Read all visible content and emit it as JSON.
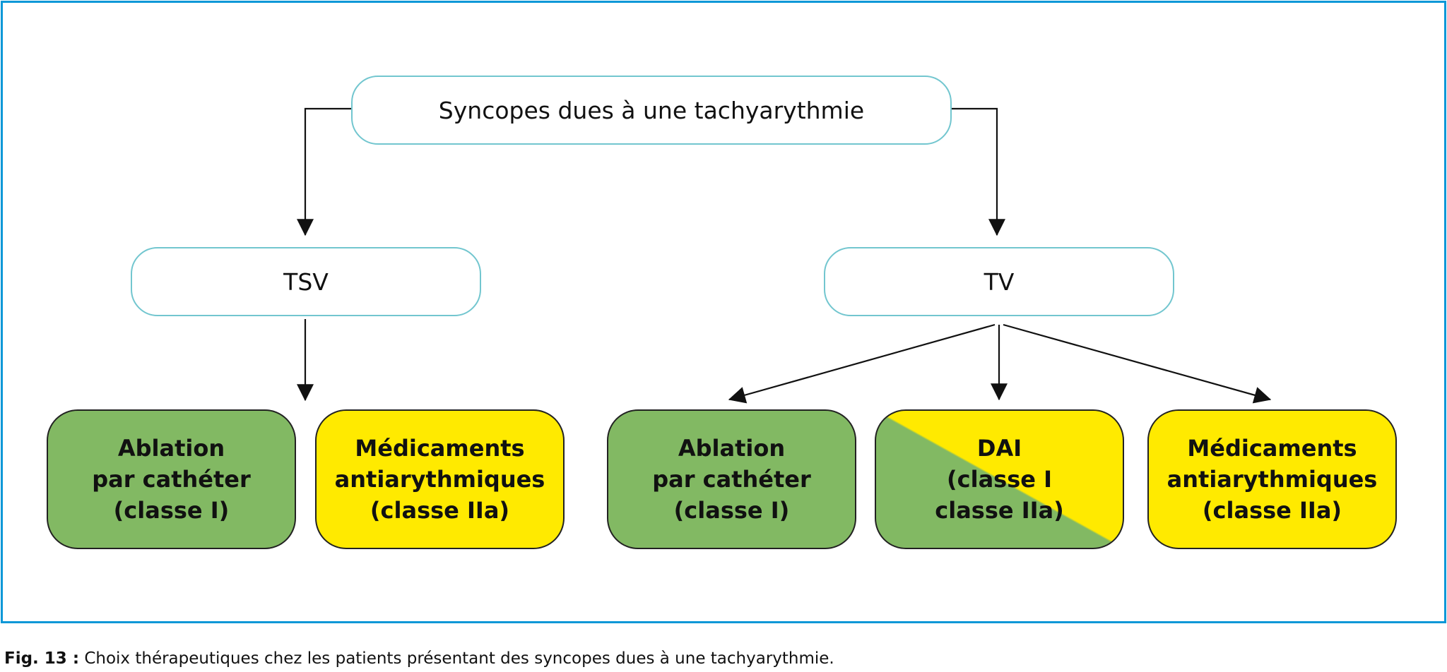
{
  "diagram": {
    "root": {
      "label": "Syncopes dues à une tachyarythmie"
    },
    "branches": [
      {
        "label": "TSV"
      },
      {
        "label": "TV"
      }
    ],
    "leaves": [
      {
        "label": "Ablation\npar cathéter\n(classe I)",
        "fill": "green"
      },
      {
        "label": "Médicaments\nantiarythmiques\n(classe IIa)",
        "fill": "yellow"
      },
      {
        "label": "Ablation\npar cathéter\n(classe I)",
        "fill": "green"
      },
      {
        "label": "DAI\n(classe I\nclasse IIa)",
        "fill": "green/yellow diagonal split"
      },
      {
        "label": "Médicaments\nantiarythmiques\n(classe IIa)",
        "fill": "yellow"
      }
    ],
    "colors": {
      "frame": "#0a97d7",
      "outline_box_border": "#72c6cf",
      "green": "#82b963",
      "yellow": "#ffea00",
      "arrow": "#111111"
    }
  },
  "caption": {
    "label": "Fig. 13 :",
    "text": "Choix thérapeutiques chez les patients présentant des syncopes dues à une tachyarythmie."
  }
}
